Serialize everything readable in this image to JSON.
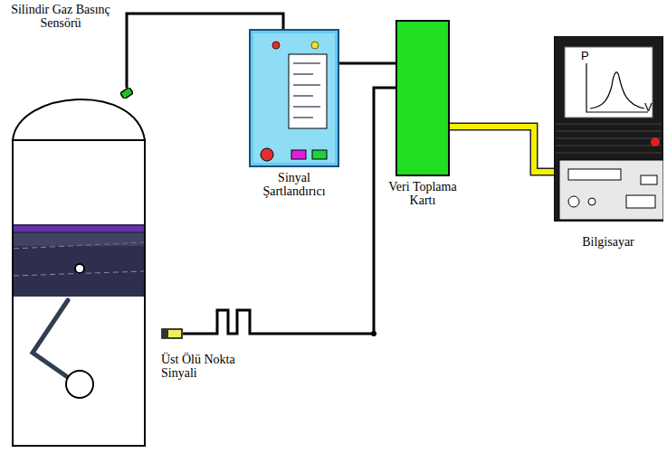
{
  "diagram": {
    "nodes": [
      {
        "text": [
          "Silindir Gaz Basınç Sensörü"
        ]
      },
      {
        "text": [
          "Sinyal Şartlandırıcı"
        ]
      },
      {
        "text": [
          "Veri Toplama Kartı"
        ]
      },
      {
        "text": [
          "Bilgisayar"
        ]
      },
      {
        "text": [
          "Üst Ölü Nokta Sinyali"
        ]
      }
    ],
    "edges": [
      {
        "from": 0,
        "to": 1,
        "arrow": "none"
      },
      {
        "from": 1,
        "to": 2,
        "arrow": "none"
      },
      {
        "from": 4,
        "to": 2,
        "arrow": "none"
      },
      {
        "from": 2,
        "to": 3,
        "arrow": "none"
      }
    ],
    "labels": [
      "P",
      "V"
    ]
  }
}
